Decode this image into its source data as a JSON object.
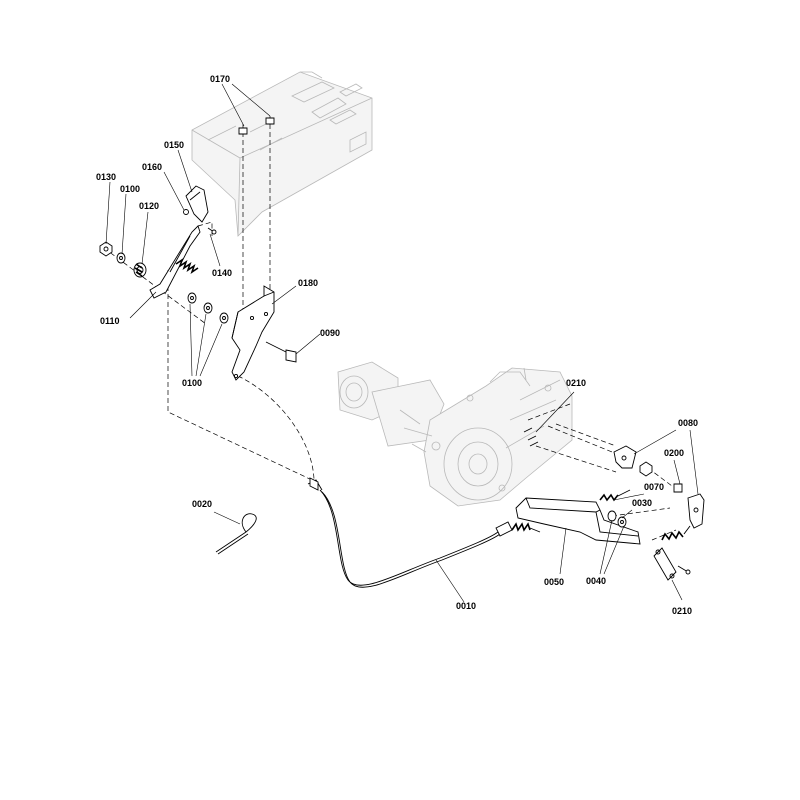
{
  "labels": {
    "p0170": "0170",
    "p0150": "0150",
    "p0160": "0160",
    "p0130": "0130",
    "p0100a": "0100",
    "p0120": "0120",
    "p0140": "0140",
    "p0110": "0110",
    "p0180": "0180",
    "p0090": "0090",
    "p0100b": "0100",
    "p0210a": "0210",
    "p0080": "0080",
    "p0200": "0200",
    "p0070": "0070",
    "p0030": "0030",
    "p0020": "0020",
    "p0050": "0050",
    "p0040": "0040",
    "p0010": "0010",
    "p0210b": "0210"
  },
  "colors": {
    "ink": "#000000",
    "ghost": "#b9b9b9",
    "background": "#ffffff"
  }
}
